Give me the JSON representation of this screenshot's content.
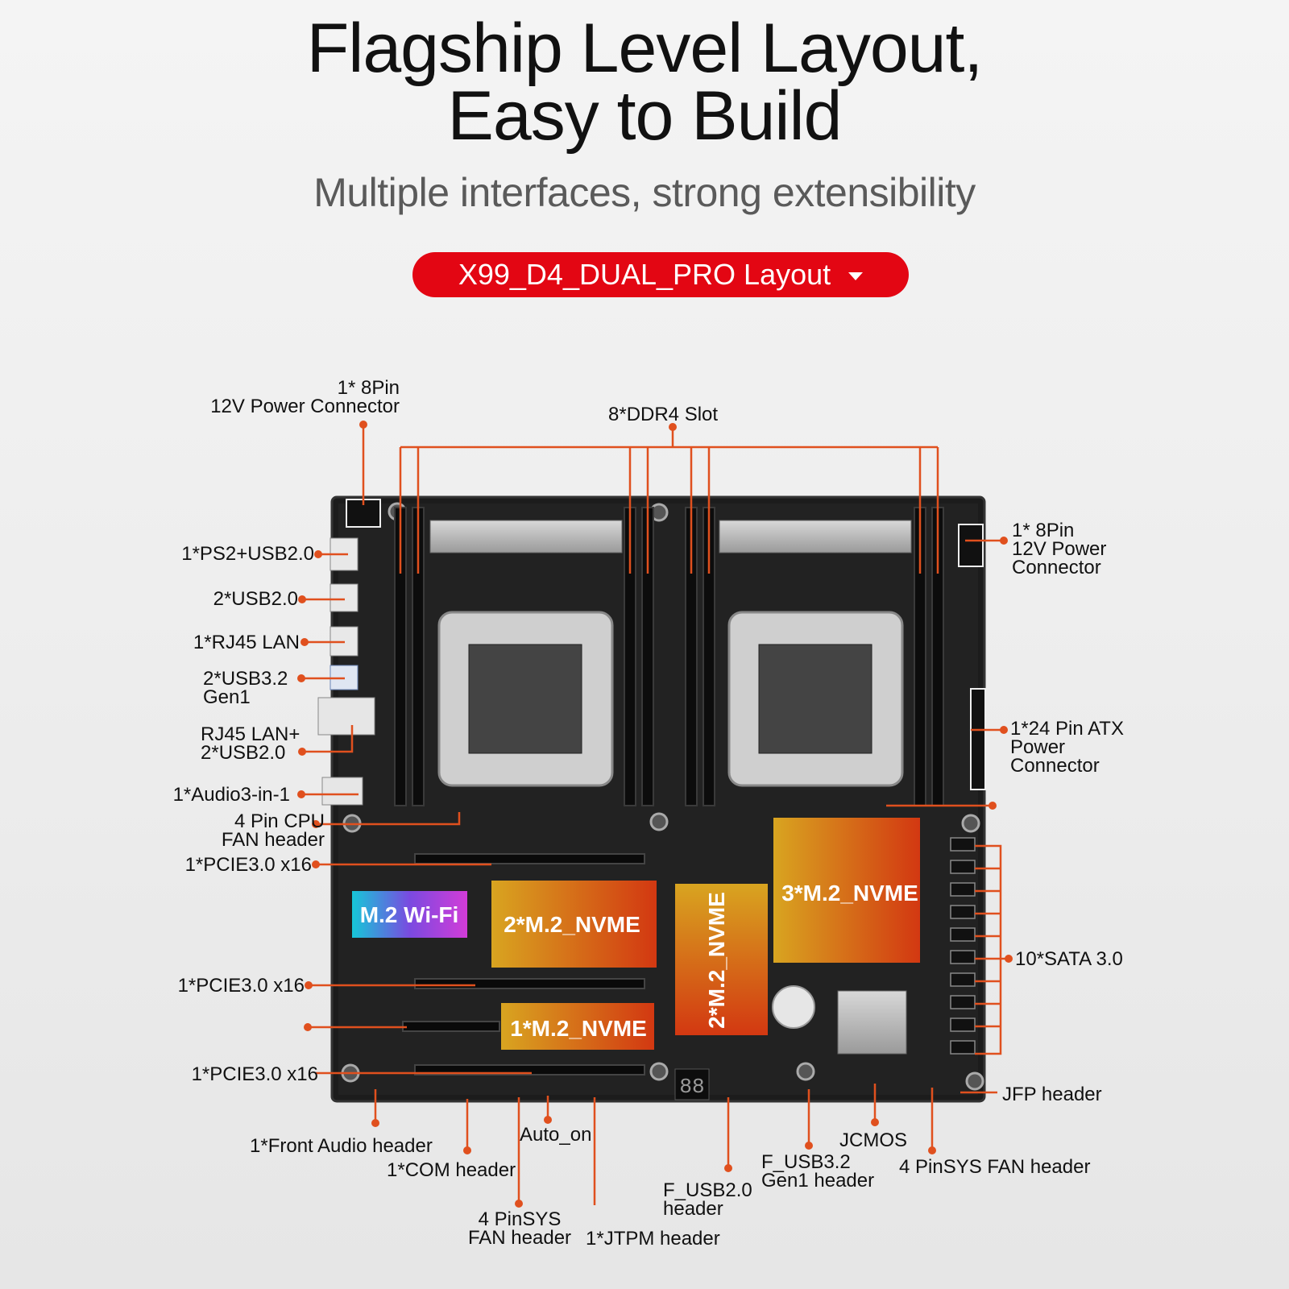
{
  "header": {
    "title_line1": "Flagship Level Layout,",
    "title_line2": "Easy to Build",
    "subtitle": "Multiple interfaces, strong extensibility",
    "layout_button": "X99_D4_DUAL_PRO Layout"
  },
  "colors": {
    "accent": "#e30613",
    "leader": "#e0501e",
    "board": "#1c1c1c"
  },
  "board_tags": {
    "wifi": "M.2 Wi-Fi",
    "nvme_2": "2*M.2_NVME",
    "nvme_1": "1*M.2_NVME",
    "nvme_center": "2*M.2_NVME",
    "nvme_3": "3*M.2_NVME",
    "debug": "88"
  },
  "labels": {
    "top_power_line1": "1* 8Pin",
    "top_power_line2": "12V  Power Connector",
    "ddr4": "8*DDR4 Slot",
    "ps2_usb": "1*PS2+USB2.0",
    "usb20": "2*USB2.0",
    "rj45": "1*RJ45 LAN",
    "usb32_line1": "2*USB3.2",
    "usb32_line2": "Gen1",
    "rj45_usb_line1": "RJ45 LAN+",
    "rj45_usb_line2": "2*USB2.0",
    "audio": "1*Audio3-in-1",
    "cpu_fan_line1": "4 Pin CPU",
    "cpu_fan_line2": "FAN header",
    "pcie1": "1*PCIE3.0 x16",
    "pcie2": "1*PCIE3.0 x16",
    "pcie3": "1*PCIE3.0 x16",
    "right_power_line1": "1* 8Pin",
    "right_power_line2": "12V Power",
    "right_power_line3": "Connector",
    "atx_line1": "1*24 Pin ATX",
    "atx_line2": "Power",
    "atx_line3": "Connector",
    "sata": "10*SATA 3.0",
    "jfp": "JFP header",
    "front_audio": "1*Front Audio header",
    "com": "1*COM header",
    "auto_on": "Auto_on",
    "sys_fan_left_line1": "4 PinSYS",
    "sys_fan_left_line2": "FAN header",
    "jtpm": "1*JTPM header",
    "f_usb20_line1": "F_USB2.0",
    "f_usb20_line2": "header",
    "f_usb32_line1": "F_USB3.2",
    "f_usb32_line2": "Gen1 header",
    "jcmos": "JCMOS",
    "sys_fan_right": "4 PinSYS FAN header"
  }
}
